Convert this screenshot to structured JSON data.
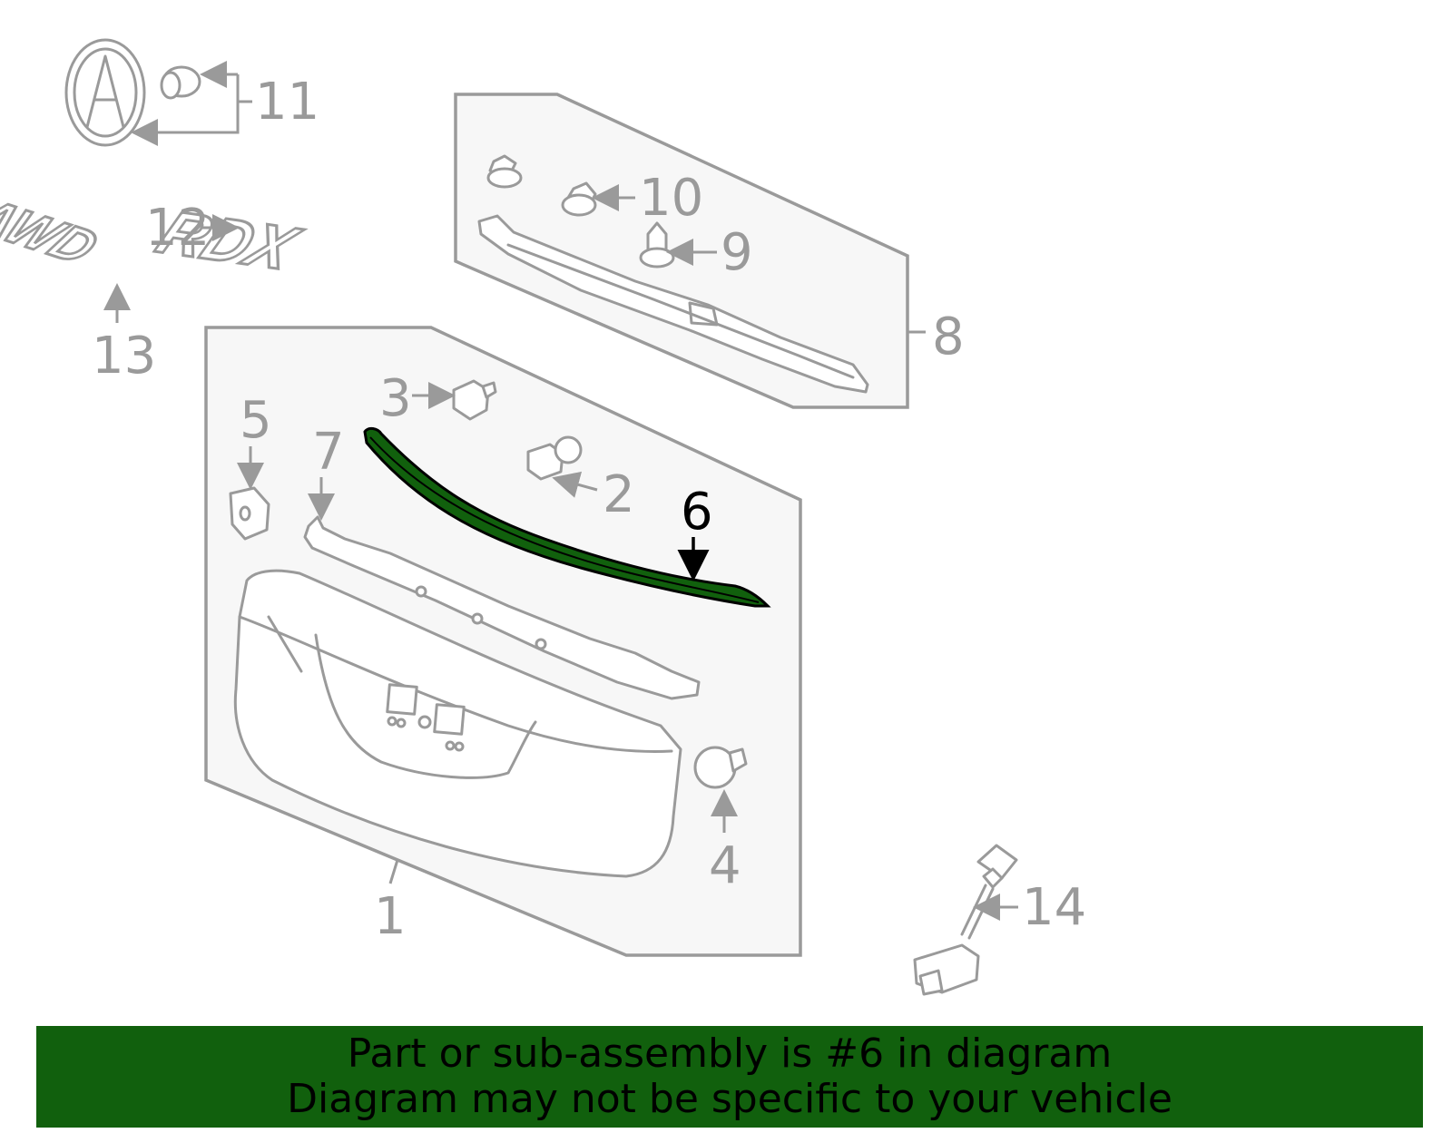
{
  "callouts": {
    "c1": "1",
    "c2": "2",
    "c3": "3",
    "c4": "4",
    "c5": "5",
    "c6": "6",
    "c7": "7",
    "c8": "8",
    "c9": "9",
    "c10": "10",
    "c11": "11",
    "c12": "12",
    "c13": "13",
    "c14": "14"
  },
  "emblems": {
    "rdx": "RDX",
    "awd": "AWD"
  },
  "highlight": {
    "part_number": "6",
    "color": "#11600d"
  },
  "banner": {
    "line1": "Part or sub-assembly is #6 in diagram",
    "line2": "Diagram may not be specific to your vehicle"
  }
}
